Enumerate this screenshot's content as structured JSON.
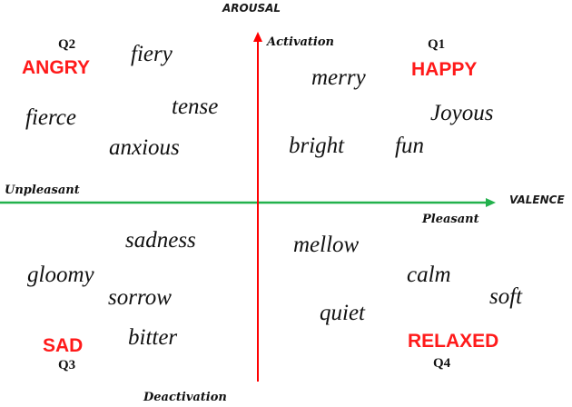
{
  "diagram": {
    "type": "valence-arousal-model",
    "axes": {
      "vertical": {
        "name": "AROUSAL",
        "top_pole": "Activation",
        "bottom_pole": "Deactivation",
        "color": "#ff0000"
      },
      "horizontal": {
        "name": "VALENCE",
        "left_pole": "Unpleasant",
        "right_pole": "Pleasant",
        "color": "#22b14c"
      }
    },
    "quadrants": [
      {
        "id": "Q1",
        "emotion": "HAPPY",
        "words": [
          "merry",
          "Joyous",
          "bright",
          "fun"
        ]
      },
      {
        "id": "Q2",
        "emotion": "ANGRY",
        "words": [
          "fiery",
          "fierce",
          "tense",
          "anxious"
        ]
      },
      {
        "id": "Q3",
        "emotion": "SAD",
        "words": [
          "sadness",
          "gloomy",
          "sorrow",
          "bitter"
        ]
      },
      {
        "id": "Q4",
        "emotion": "RELAXED",
        "words": [
          "mellow",
          "calm",
          "soft",
          "quiet"
        ]
      }
    ],
    "emotion_color": "#ff1a1a"
  }
}
